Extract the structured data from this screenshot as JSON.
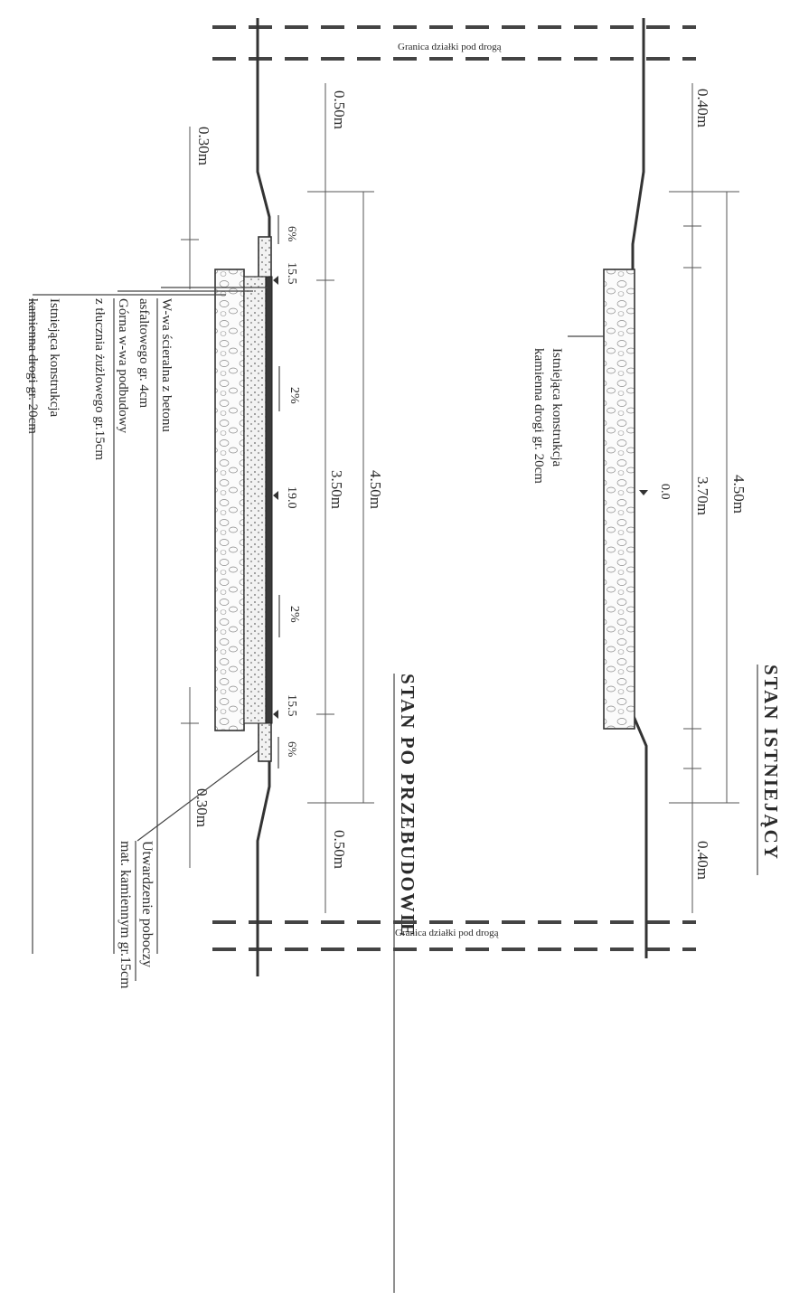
{
  "titles": {
    "existing": "STAN ISTNIEJĄCY",
    "rebuilt": "STAN PO PRZEBUDOWIE"
  },
  "boundary": {
    "top_label": "Granica działki pod drogą",
    "bottom_label": "Granica działki pod drogą"
  },
  "existing": {
    "width_total": "4.50m",
    "width_road": "3.70m",
    "width_verge_top": "0.40m",
    "width_verge_bottom": "0.40m",
    "elevation": "0.0",
    "layer_label_1": "Istniejąca konstrukcja",
    "layer_label_2": "kamienna drogi gr. 20cm"
  },
  "rebuilt": {
    "width_total": "4.50m",
    "width_road": "3.50m",
    "width_verge_top": "0.50m",
    "width_verge_bottom": "0.50m",
    "shoulder_top": "0.30m",
    "shoulder_bottom": "0.30m",
    "elev_edge_top": "15.5",
    "elev_center": "19.0",
    "elev_edge_bottom": "15.5",
    "slope_shoulder_top": "6%",
    "slope_shoulder_bottom": "6%",
    "slope_road_1": "2%",
    "slope_road_2": "2%",
    "layers": [
      "W-wa ścieralna z betonu",
      "asfaltowego gr. 4cm",
      "Górna w-wa podbudowy",
      "z tłucznia żużlowego gr.15cm",
      "Istniejąca konstrukcja",
      "kamienna drogi gr. 20cm"
    ],
    "shoulder_note_1": "Utwardzenie poboczy",
    "shoulder_note_2": "mat. kamiennym gr.15cm"
  }
}
